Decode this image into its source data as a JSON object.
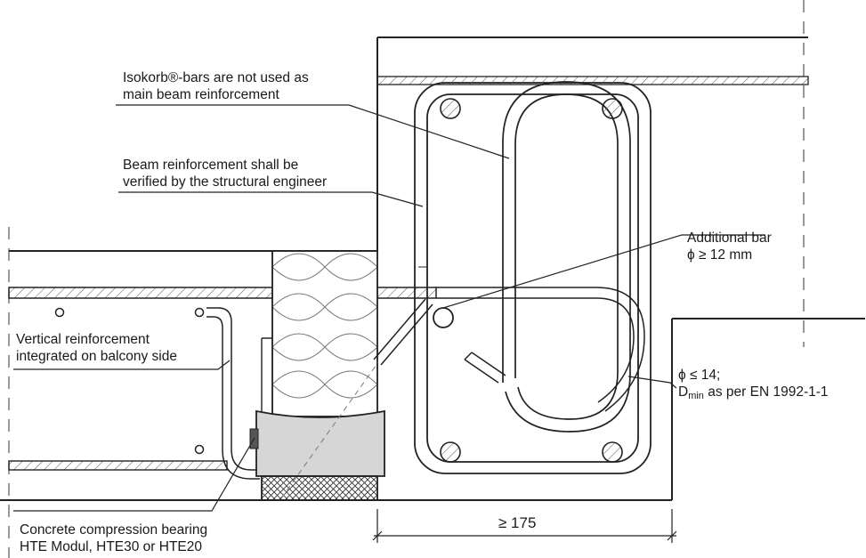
{
  "labels": {
    "isokorb_note": {
      "line1": "Isokorb®-bars are not used as",
      "line2": "main beam reinforcement"
    },
    "beam_note": {
      "line1": "Beam reinforcement shall be",
      "line2": "verified by the structural engineer"
    },
    "additional_bar": {
      "line1": "Additional bar",
      "line2": "ϕ ≥ 12 mm"
    },
    "vertical_reinforcement": {
      "line1": "Vertical reinforcement",
      "line2": "integrated on balcony side"
    },
    "bend_note": {
      "line1": "ϕ ≤ 14;",
      "line2_main": "D",
      "line2_sub": "min",
      "line2_rest": " as per EN 1992-1-1"
    },
    "compression_bearing": {
      "line1": "Concrete compression bearing",
      "line2": "HTE Modul, HTE30 or HTE20"
    }
  },
  "dimension": {
    "value": "≥ 175"
  }
}
